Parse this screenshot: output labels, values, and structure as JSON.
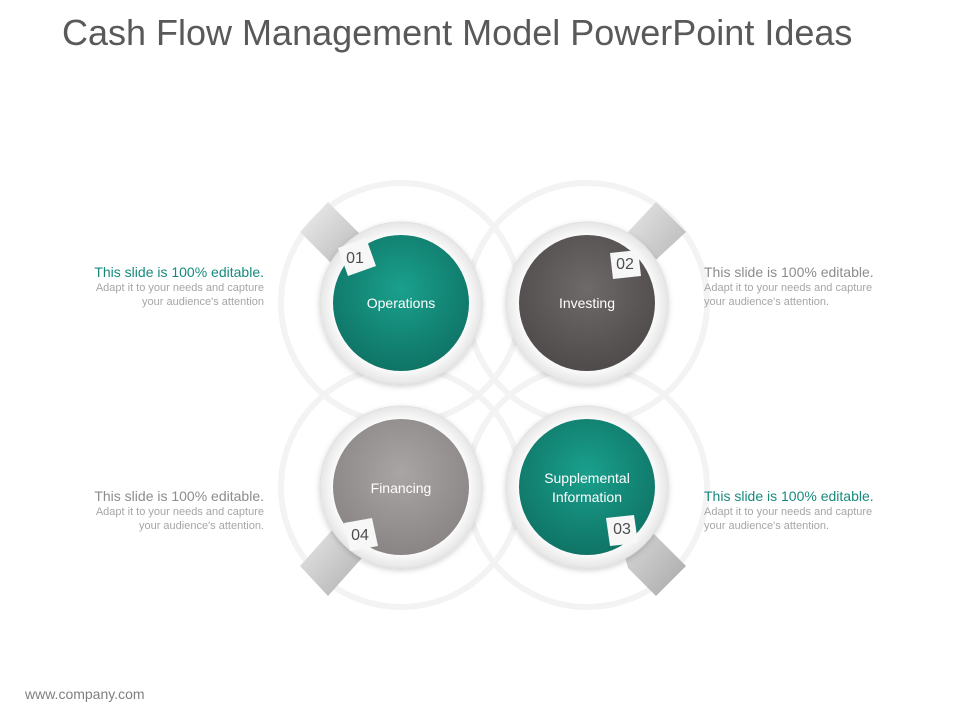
{
  "title": "Cash Flow Management Model PowerPoint Ideas",
  "colors": {
    "teal": "#148a7a",
    "dark_gray": "#5f5b5b",
    "light_gray": "#9b9696",
    "teal_text": "#178a7c",
    "gray_text": "#8c8c8c"
  },
  "segments": [
    {
      "number": "01",
      "label": "Operations",
      "color": "teal"
    },
    {
      "number": "02",
      "label": "Investing",
      "color": "dark-gray"
    },
    {
      "number": "03",
      "label_line1": "Supplemental",
      "label_line2": "Information",
      "color": "teal"
    },
    {
      "number": "04",
      "label": "Financing",
      "color": "light-gray"
    }
  ],
  "notes": {
    "top_left": {
      "headline": "This slide is 100% editable.",
      "body_line1": "Adapt it to your needs and capture",
      "body_line2": "your audience's attention"
    },
    "top_right": {
      "headline": "This slide is 100% editable.",
      "body_line1": "Adapt it to your needs and capture",
      "body_line2": "your audience's attention."
    },
    "bottom_left": {
      "headline": "This slide is 100% editable.",
      "body_line1": "Adapt it to your needs and capture",
      "body_line2": "your audience's attention."
    },
    "bottom_right": {
      "headline": "This slide is 100% editable.",
      "body_line1": "Adapt it to your needs and capture",
      "body_line2": "your audience's attention."
    }
  },
  "footer": "www.company.com"
}
